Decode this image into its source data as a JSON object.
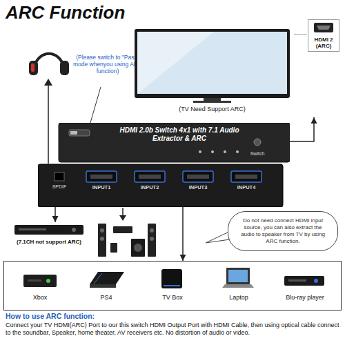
{
  "diagram": {
    "title": "ARC Function",
    "nodes": [
      {
        "text": [
          "(TV Need Support ARC)"
        ]
      },
      {
        "text": [
          "HDMI 2 (ARC)"
        ]
      },
      {
        "text": [
          "HDMI 2.0b Switch 4x1 with 7.1 Audio Extractor & ARC",
          "Switch",
          "SPDIF",
          "INPUT1",
          "INPUT2",
          "INPUT3",
          "INPUT4"
        ]
      },
      {
        "text": [
          "(7.1CH not support ARC)"
        ]
      },
      {
        "text": [
          "Do not need connect HDMI input source, you can also extract the audio to speaker from TV by using ARC function."
        ]
      },
      {
        "text": []
      },
      {
        "text": [
          "Xbox"
        ],
        "in": 5
      },
      {
        "text": [
          "PS4"
        ],
        "in": 5
      },
      {
        "text": [
          "TV Box"
        ],
        "in": 5
      },
      {
        "text": [
          "Laptop"
        ],
        "in": 5
      },
      {
        "text": [
          "Blu-ray player"
        ],
        "in": 5
      }
    ],
    "edges": [
      {
        "from": 2,
        "to": 0,
        "arrow": "to"
      },
      {
        "from": 2,
        "to": 3,
        "arrow": "to"
      },
      {
        "from": 2,
        "to": 5,
        "arrow": "to"
      }
    ],
    "labels": [
      "(Please switch to \"Pass\" mode whenyou using ARC function)",
      "How to use ARC function:",
      "Connect your TV HDMI(ARC) Port to our this switch HDMI Output Port with HDMI Cable, then using optical cable connect to the soundbar, Speaker, home theater, AV receivers etc. No distortion of audio or video."
    ]
  }
}
